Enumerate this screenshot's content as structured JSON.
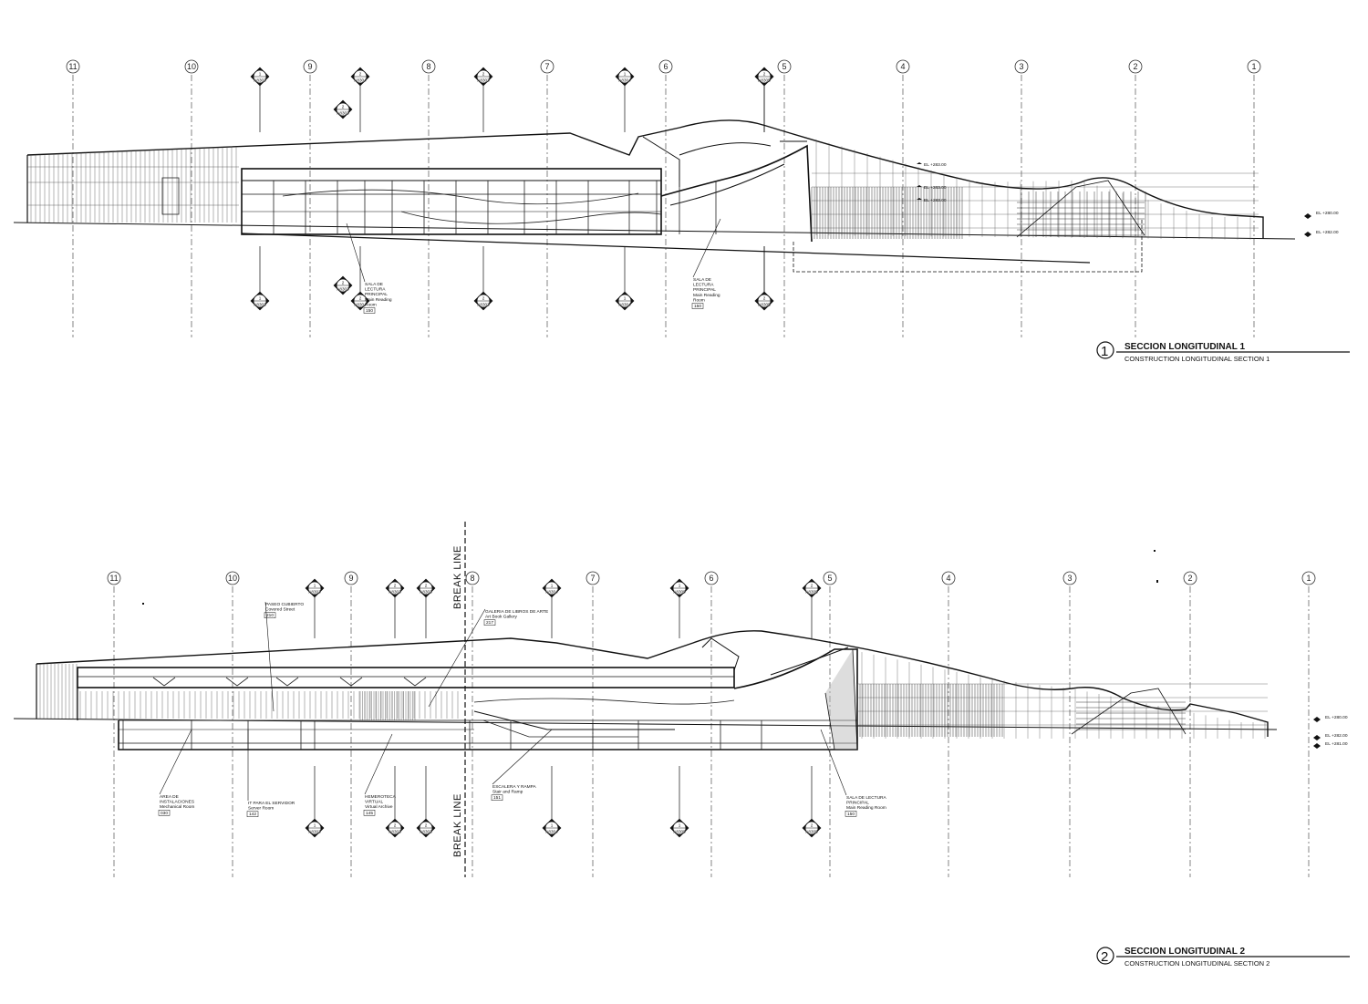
{
  "sections": [
    {
      "number": "1",
      "title": "SECCION LONGITUDINAL 1",
      "subtitle": "CONSTRUCTION LONGITUDINAL SECTION 1",
      "gridlines": [
        "11",
        "10",
        "9",
        "8",
        "7",
        "6",
        "5",
        "4",
        "3",
        "2",
        "1"
      ],
      "section_tags": [
        {
          "number": "1",
          "sheet": "A8303"
        },
        {
          "number": "2",
          "sheet": "A8304"
        },
        {
          "number": "2",
          "sheet": "A8303"
        },
        {
          "number": "1",
          "sheet": "A8304"
        },
        {
          "number": "1",
          "sheet": "A8305"
        },
        {
          "number": "2",
          "sheet": "A8305"
        }
      ],
      "room_notes": [
        {
          "lines": [
            "SALA DE",
            "LECTURA",
            "PRINCIPAL",
            "Main Reading",
            "Room"
          ],
          "tag": "150"
        },
        {
          "lines": [
            "SALA DE",
            "LECTURA",
            "PRINCIPAL",
            "Main Reading",
            "Room"
          ],
          "tag": "150"
        }
      ],
      "elevations": [
        "EL +280.00",
        "EL +282.00"
      ],
      "level_marks": [
        "EL +283.00",
        "EL +283.00",
        "EL +283.00"
      ]
    },
    {
      "number": "2",
      "title": "SECCION LONGITUDINAL 2",
      "subtitle": "CONSTRUCTION LONGITUDINAL SECTION 2",
      "gridlines": [
        "11",
        "10",
        "9",
        "8",
        "7",
        "6",
        "5",
        "4",
        "3",
        "2",
        "1"
      ],
      "section_tags": [
        {
          "number": "1",
          "sheet": "A8303"
        },
        {
          "number": "2",
          "sheet": "A8303"
        },
        {
          "number": "2",
          "sheet": "A8303"
        },
        {
          "number": "1",
          "sheet": "A8304"
        },
        {
          "number": "1",
          "sheet": "A8305"
        },
        {
          "number": "2",
          "sheet": "A8305"
        }
      ],
      "break_line": "BREAK LINE",
      "room_notes": [
        {
          "lines": [
            "PASEO CUBIERTO",
            "Covered Street"
          ],
          "tag": "210"
        },
        {
          "lines": [
            "GALERIA DE LIBROS DE ARTE",
            "Art Book Gallery"
          ],
          "tag": "217"
        },
        {
          "lines": [
            "AREA DE",
            "INSTALACIONES",
            "Mechanical Room"
          ],
          "tag": "030"
        },
        {
          "lines": [
            "IT PARA EL SERVIDOR",
            "Server Room"
          ],
          "tag": "142"
        },
        {
          "lines": [
            "HEMEROTECA",
            "VIRTUAL",
            "Virtual Archive"
          ],
          "tag": "145"
        },
        {
          "lines": [
            "ESCALERA Y RAMPA",
            "Stair and Ramp"
          ],
          "tag": "151"
        },
        {
          "lines": [
            "SALA DE LECTURA",
            "PRINCIPAL",
            "Main Reading Room"
          ],
          "tag": "150"
        }
      ],
      "elevations": [
        "EL +280.00",
        "EL +282.00",
        "EL +281.00"
      ]
    }
  ]
}
